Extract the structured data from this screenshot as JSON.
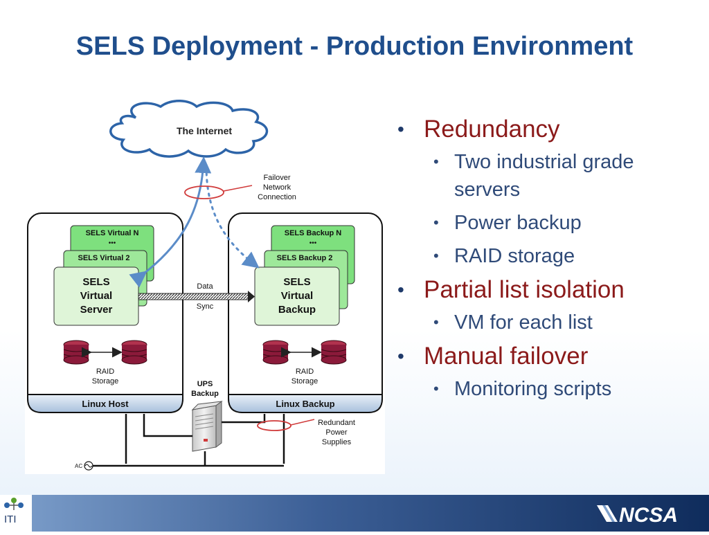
{
  "title": "SELS Deployment - Production Environment",
  "diagram": {
    "internet": "The Internet",
    "failover_label": [
      "Failover",
      "Network",
      "Connection"
    ],
    "host_box": {
      "footer": "Linux Host",
      "virtual_n": "SELS Virtual N",
      "dots": "•••",
      "virtual_2": "SELS Virtual 2",
      "server": [
        "SELS",
        "Virtual",
        "Server"
      ],
      "raid": [
        "RAID",
        "Storage"
      ]
    },
    "backup_box": {
      "footer": "Linux Backup",
      "backup_n": "SELS Backup N",
      "dots": "•••",
      "backup_2": "SELS Backup 2",
      "server": [
        "SELS",
        "Virtual",
        "Backup"
      ],
      "raid": [
        "RAID",
        "Storage"
      ]
    },
    "data_sync": [
      "Data",
      "Sync"
    ],
    "ups": [
      "UPS",
      "Backup"
    ],
    "redundant_label": [
      "Redundant",
      "Power",
      "Supplies"
    ],
    "ac": "AC"
  },
  "bullets": [
    {
      "label": "Redundancy",
      "children": [
        "Two industrial grade servers",
        "Power backup",
        "RAID storage"
      ]
    },
    {
      "label": "Partial list isolation",
      "children": [
        "VM for each list"
      ]
    },
    {
      "label": "Manual failover",
      "children": [
        "Monitoring scripts"
      ]
    }
  ],
  "logos": {
    "left": "ITI",
    "right": "NCSA"
  },
  "colors": {
    "title": "#1f4e8c",
    "bullet_l1": "#8b1a1a",
    "bullet_l2": "#2f4a78",
    "green_box": "#7ee07e",
    "green_light": "#dff5d8",
    "disk": "#8b1a3a",
    "arrow_blue": "#5b8cc8",
    "oval_red": "#d03a3a"
  }
}
